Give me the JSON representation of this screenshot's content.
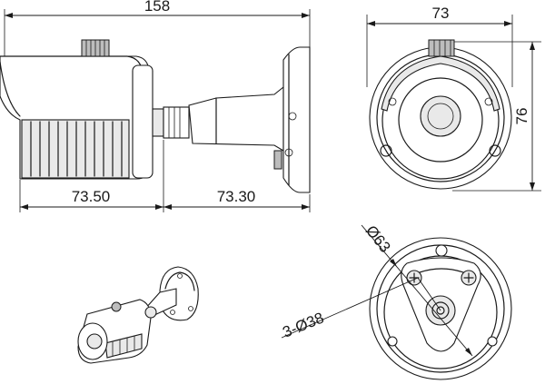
{
  "dimensions": {
    "overall_length": "158",
    "front_width": "73",
    "front_height": "76",
    "body_length": "73.50",
    "bracket_length": "73.30",
    "base_diameter": "Ø63",
    "mount_holes": "3-Ø38"
  }
}
